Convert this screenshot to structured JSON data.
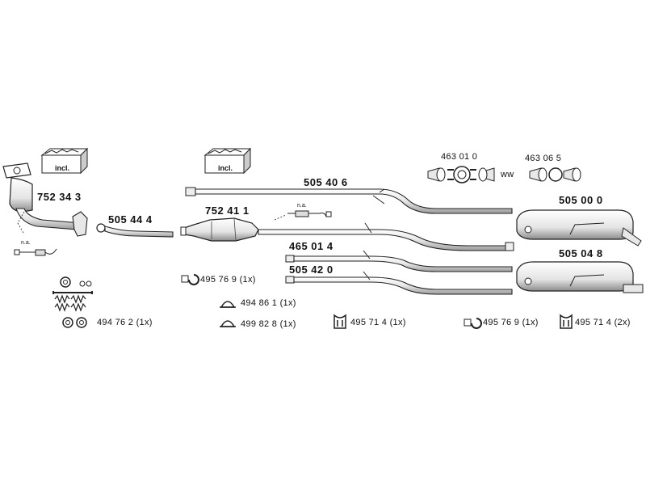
{
  "parts": {
    "p752343": "752 34 3",
    "p505444": "505 44 4",
    "p752411": "752 41 1",
    "p505406": "505 40 6",
    "p465014": "465 01 4",
    "p505420": "505 42 0",
    "p505000": "505 00 0",
    "p505048": "505 04 8",
    "p463010": "463 01 0",
    "p463065": "463 06 5"
  },
  "hardware": {
    "h494762": "494 76 2  (1x)",
    "h495769a": "495 76 9  (1x)",
    "h494861": "494 86 1  (1x)",
    "h499828": "499 82 8  (1x)",
    "h495714a": "495 71 4  (1x)",
    "h495769b": "495 76 9  (1x)",
    "h495714b": "495 71 4  (2x)"
  },
  "labels": {
    "incl": "incl.",
    "na": "n.a.",
    "ww": "ww"
  },
  "colors": {
    "line": "#222222",
    "pipe_fill": "#eeeeee",
    "muffler_fill": "#f2f2f2"
  }
}
